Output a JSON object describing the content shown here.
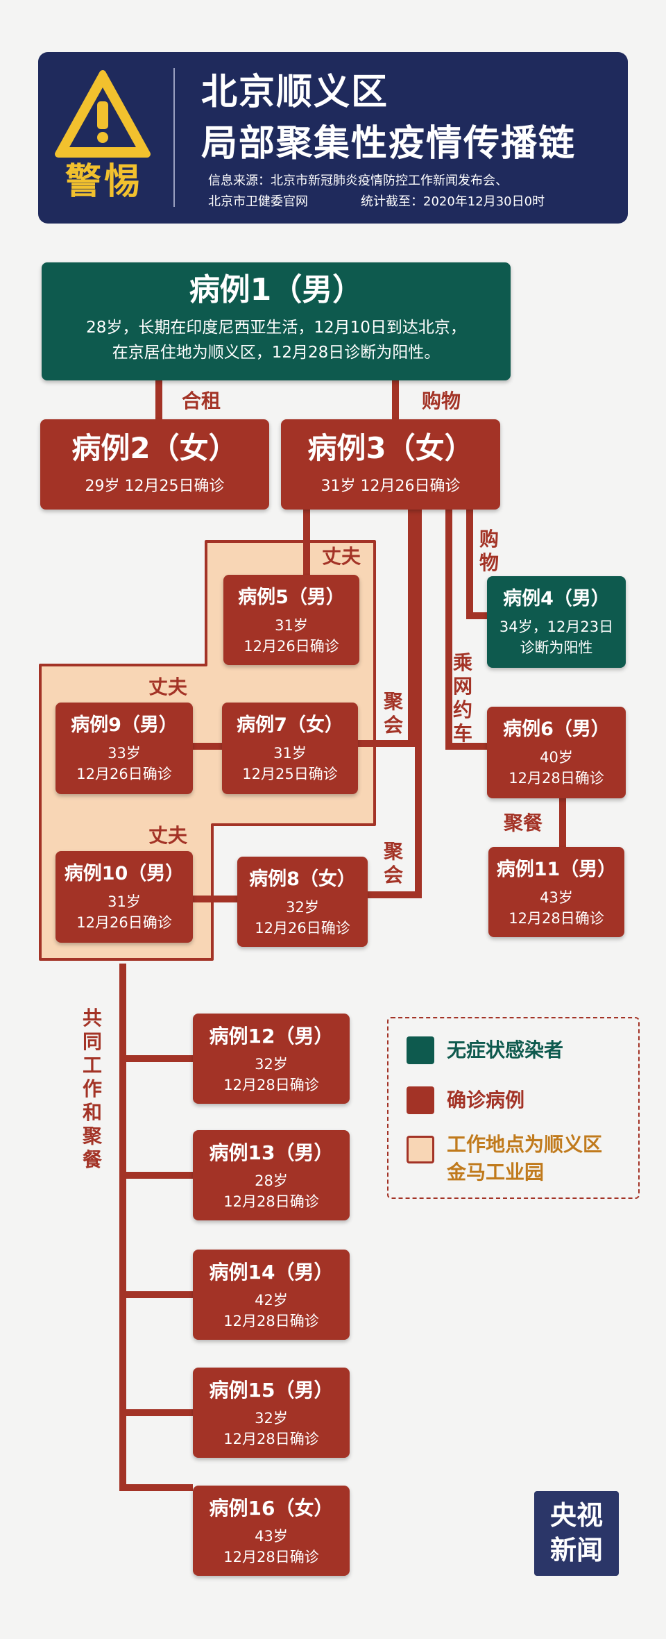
{
  "header": {
    "warning_label": "警惕",
    "title_line1": "北京顺义区",
    "title_line2": "局部聚集性疫情传播链",
    "source_line1": "信息来源：北京市新冠肺炎疫情防控工作新闻发布会、",
    "source_line2": "北京市卫健委官网",
    "stat_date": "统计截至：2020年12月30日0时"
  },
  "cases": {
    "c1": {
      "title": "病例1（男）",
      "line1": "28岁，长期在印度尼西亚生活，12月10日到达北京，",
      "line2": "在京居住地为顺义区，12月28日诊断为阳性。"
    },
    "c2": {
      "title": "病例2（女）",
      "line1": "29岁 12月25日确诊"
    },
    "c3": {
      "title": "病例3（女）",
      "line1": "31岁 12月26日确诊"
    },
    "c4": {
      "title": "病例4（男）",
      "line1": "34岁，12月23日",
      "line2": "诊断为阳性"
    },
    "c5": {
      "title": "病例5（男）",
      "line1": "31岁",
      "line2": "12月26日确诊"
    },
    "c6": {
      "title": "病例6（男）",
      "line1": "40岁",
      "line2": "12月28日确诊"
    },
    "c7": {
      "title": "病例7（女）",
      "line1": "31岁",
      "line2": "12月25日确诊"
    },
    "c8": {
      "title": "病例8（女）",
      "line1": "32岁",
      "line2": "12月26日确诊"
    },
    "c9": {
      "title": "病例9（男）",
      "line1": "33岁",
      "line2": "12月26日确诊"
    },
    "c10": {
      "title": "病例10（男）",
      "line1": "31岁",
      "line2": "12月26日确诊"
    },
    "c11": {
      "title": "病例11（男）",
      "line1": "43岁",
      "line2": "12月28日确诊"
    },
    "c12": {
      "title": "病例12（男）",
      "line1": "32岁",
      "line2": "12月28日确诊"
    },
    "c13": {
      "title": "病例13（男）",
      "line1": "28岁",
      "line2": "12月28日确诊"
    },
    "c14": {
      "title": "病例14（男）",
      "line1": "42岁",
      "line2": "12月28日确诊"
    },
    "c15": {
      "title": "病例15（男）",
      "line1": "32岁",
      "line2": "12月28日确诊"
    },
    "c16": {
      "title": "病例16（女）",
      "line1": "43岁",
      "line2": "12月28日确诊"
    }
  },
  "relations": {
    "r_1_2": "合租",
    "r_1_3": "购物",
    "r_3_4": "购物",
    "r_3_5": "丈夫",
    "r_7_9": "丈夫",
    "r_8_10": "丈夫",
    "r_3_7": "聚会",
    "r_3_8": "聚会",
    "r_3_6": "乘网约车",
    "r_6_11": "聚餐",
    "r_10_group": "共同工作和聚餐"
  },
  "legend": {
    "asymptomatic": "无症状感染者",
    "confirmed": "确诊病例",
    "workplace_line1": "工作地点为顺义区",
    "workplace_line2": "金马工业园"
  },
  "colors": {
    "navy": "#1f2a5c",
    "green": "#0e5a4e",
    "red": "#a33326",
    "warning_yellow": "#f2c12e",
    "workplace_fill": "#f8d6b5"
  },
  "logo": {
    "line1": "央视",
    "line2": "新闻"
  }
}
